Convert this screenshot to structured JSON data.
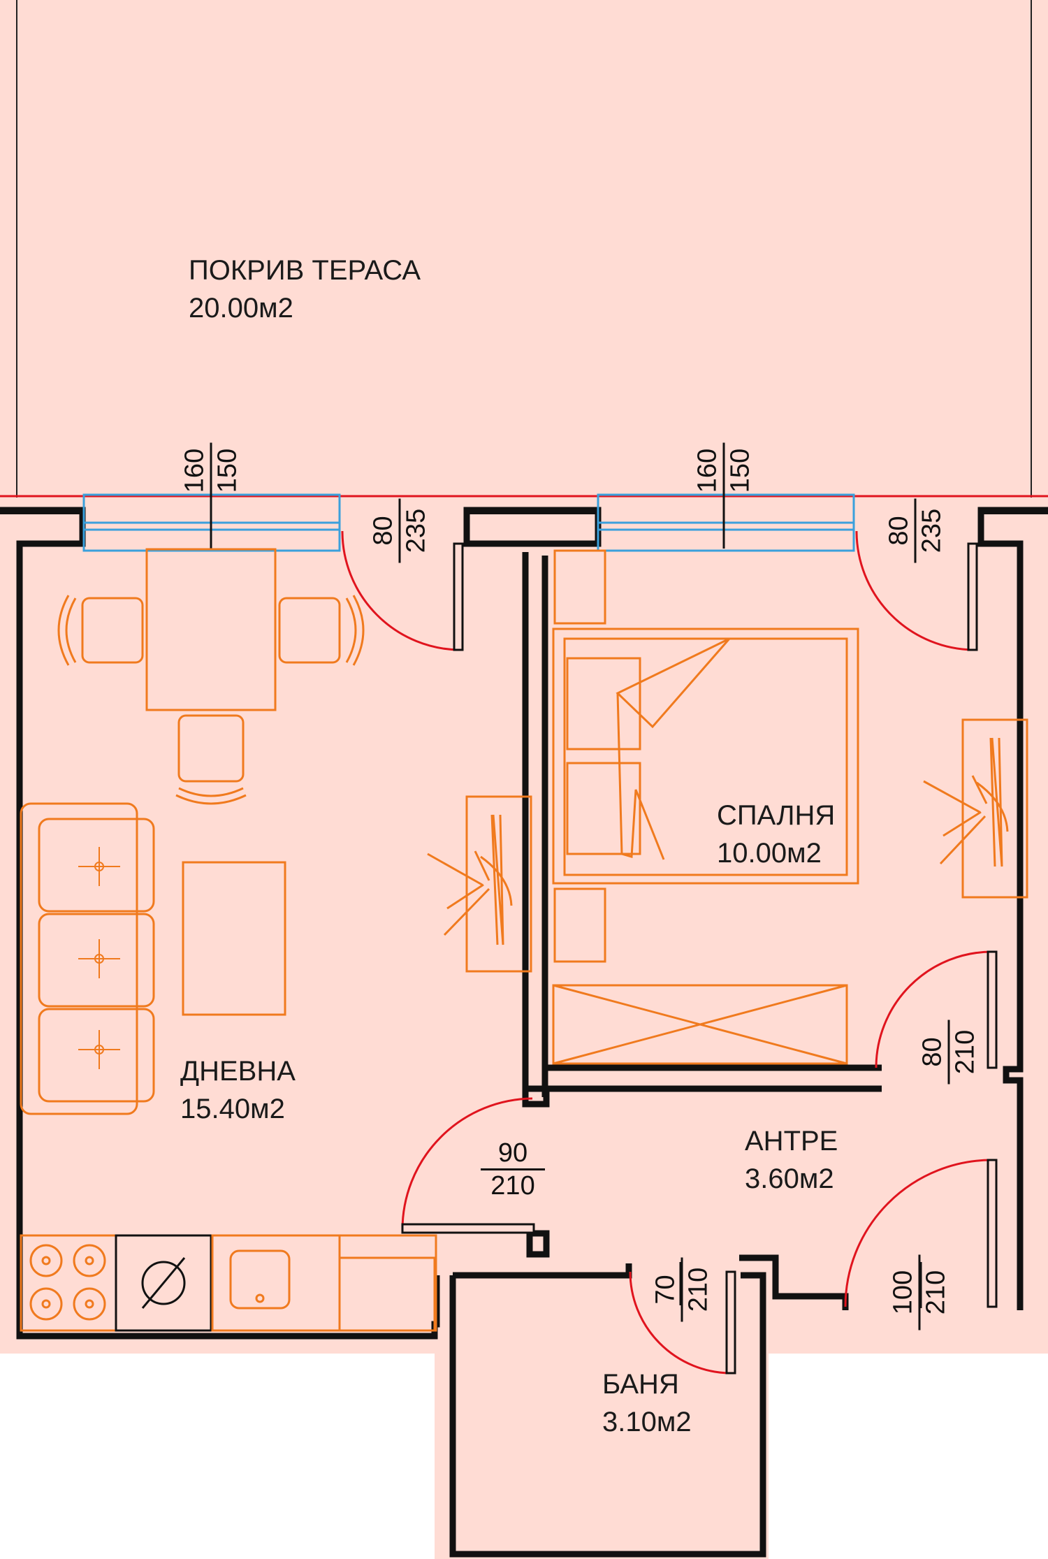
{
  "colors": {
    "floor": "#ffdcd4",
    "wall": "#111111",
    "furniture": "#f07a1e",
    "window": "#3aa0dc",
    "door_arc": "#e0141e"
  },
  "rooms": [
    {
      "id": "terrace",
      "name": "ПОКРИВ ТЕРАСА",
      "area": "20.00м2"
    },
    {
      "id": "living",
      "name": "ДНЕВНА",
      "area": "15.40м2"
    },
    {
      "id": "bedroom",
      "name": "СПАЛНЯ",
      "area": "10.00м2"
    },
    {
      "id": "hall",
      "name": "АНТРЕ",
      "area": "3.60м2"
    },
    {
      "id": "bath",
      "name": "БАНЯ",
      "area": "3.10м2"
    }
  ],
  "dimensions": {
    "window_left": {
      "num": "160",
      "den": "150"
    },
    "window_right": {
      "num": "160",
      "den": "150"
    },
    "door_terrace_left": {
      "num": "80",
      "den": "235"
    },
    "door_terrace_right": {
      "num": "80",
      "den": "235"
    },
    "door_bedroom": {
      "num": "80",
      "den": "210"
    },
    "door_living": {
      "num": "90",
      "den": "210"
    },
    "door_bath": {
      "num": "70",
      "den": "210"
    },
    "door_entry": {
      "num": "100",
      "den": "210"
    }
  },
  "icons": [
    "sofa-icon",
    "bed-icon",
    "tv-icon",
    "stove-icon",
    "sink-icon",
    "wardrobe-icon",
    "table-icon",
    "chair-icon"
  ]
}
